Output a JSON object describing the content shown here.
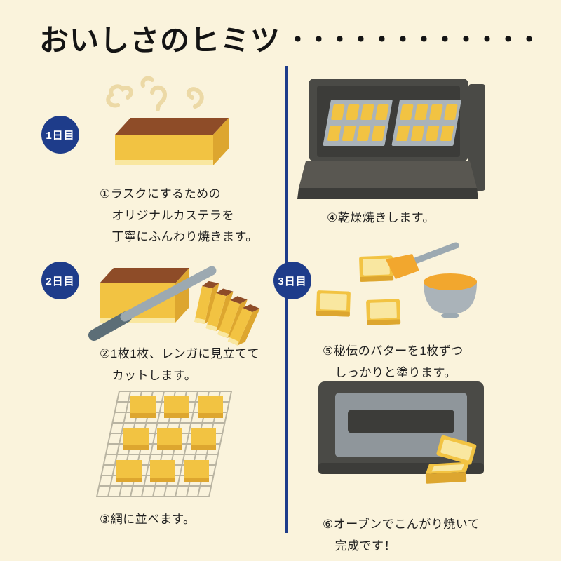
{
  "title": {
    "text": "おいしさのヒミツ",
    "dots": "・・・・・・・・・・・・"
  },
  "badges": {
    "day1": "1日目",
    "day2": "2日目",
    "day3": "3日目"
  },
  "captions": {
    "step1": "①ラスクにするための\n　オリジナルカステラを\n　丁寧にふんわり焼きます。",
    "step2": "②1枚1枚、レンガに見立てて\n　カットします。",
    "step3": "③網に並べます。",
    "step4": "④乾燥焼きします。",
    "step5": "⑤秘伝のバターを1枚ずつ\n　しっかりと塗ります。",
    "step6": "⑥オーブンでこんがり焼いて\n　完成です！"
  },
  "illustrations": {
    "step1": "castella-cake-with-steam",
    "step2": "cutting-castella-with-knife",
    "step3": "pieces-on-wire-rack",
    "step4": "oven-with-drying-trays",
    "step5": "brushing-butter-with-bowl",
    "step6": "oven-and-finished-pieces"
  },
  "colors": {
    "background": "#faf3dc",
    "navy": "#1e3c8a",
    "text": "#1f1f1f",
    "cakeYellow": "#f2c342",
    "cakeYellowDark": "#dda62f",
    "cakePale": "#f9e7a0",
    "brown": "#8e4c28",
    "steam": "#ecd9a6",
    "gray": "#9ca9b1",
    "grayDark": "#5c6e77",
    "grayLight": "#aab3b9",
    "ovenDark": "#4a4a46",
    "ovenMid": "#595751",
    "ovenDeep": "#3c3c39",
    "panelGray": "#8f969b",
    "butter": "#f2a72e",
    "net": "#b9b4a2"
  }
}
